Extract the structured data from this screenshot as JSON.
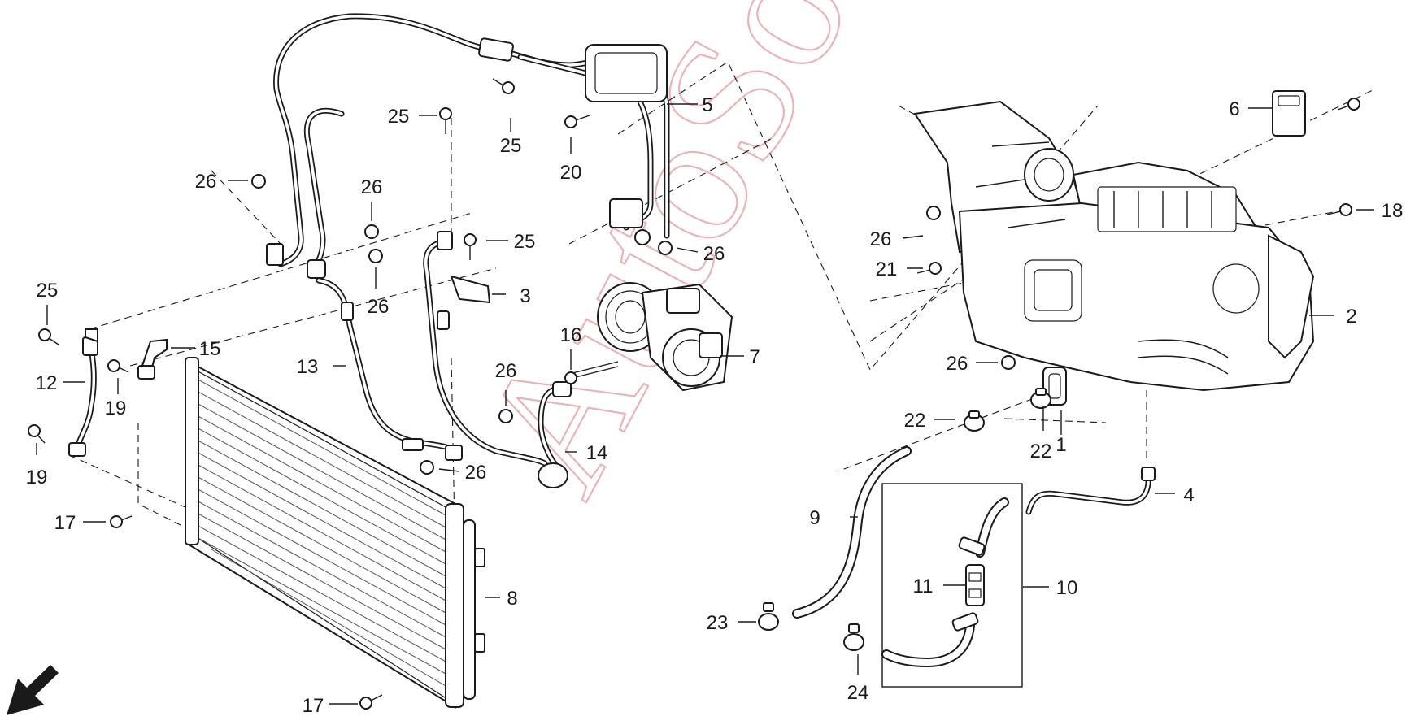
{
  "diagram": {
    "watermark": "AutoSoft",
    "callouts": [
      "1",
      "2",
      "3",
      "4",
      "5",
      "6",
      "7",
      "8",
      "9",
      "10",
      "11",
      "12",
      "13",
      "14",
      "15",
      "16",
      "17",
      "17",
      "18",
      "19",
      "19",
      "20",
      "21",
      "22",
      "22",
      "23",
      "24",
      "25",
      "25",
      "25",
      "25",
      "26",
      "26",
      "26",
      "26",
      "26",
      "26",
      "26",
      "26"
    ]
  },
  "labels": {
    "l1": "1",
    "l2": "2",
    "l3": "3",
    "l4": "4",
    "l5": "5",
    "l6": "6",
    "l7": "7",
    "l8": "8",
    "l9": "9",
    "l10": "10",
    "l11": "11",
    "l12": "12",
    "l13": "13",
    "l14": "14",
    "l15": "15",
    "l16": "16",
    "l17a": "17",
    "l17b": "17",
    "l18": "18",
    "l19a": "19",
    "l19b": "19",
    "l20": "20",
    "l21": "21",
    "l22a": "22",
    "l22b": "22",
    "l23": "23",
    "l24": "24",
    "l25a": "25",
    "l25b": "25",
    "l25c": "25",
    "l25d": "25",
    "l26a": "26",
    "l26b": "26",
    "l26c": "26",
    "l26d": "26",
    "l26e": "26",
    "l26f": "26",
    "l26g": "26",
    "l26h": "26"
  },
  "icons": {
    "front_direction": "front-direction-arrow-icon"
  },
  "colors": {
    "line": "#1a1a1a",
    "watermark": "#e8a6a6"
  }
}
